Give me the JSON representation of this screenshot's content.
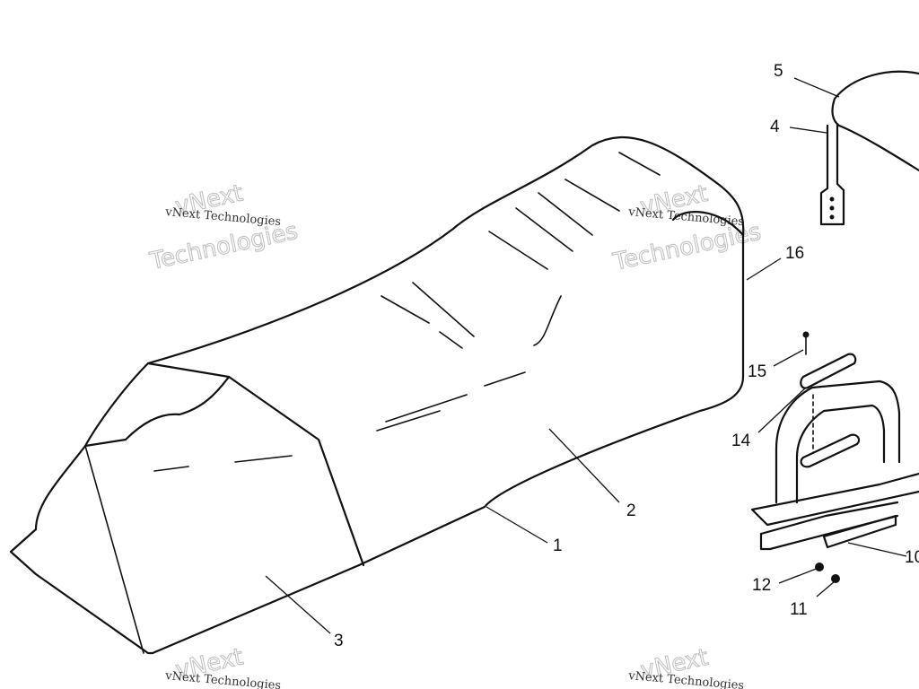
{
  "callouts": [
    "1",
    "2",
    "3",
    "4",
    "5",
    "10",
    "11",
    "12",
    "14",
    "15",
    "16"
  ],
  "watermark": {
    "line": "vNext Technologies",
    "word_top": "vNext",
    "word_bottom": "Technologies"
  }
}
